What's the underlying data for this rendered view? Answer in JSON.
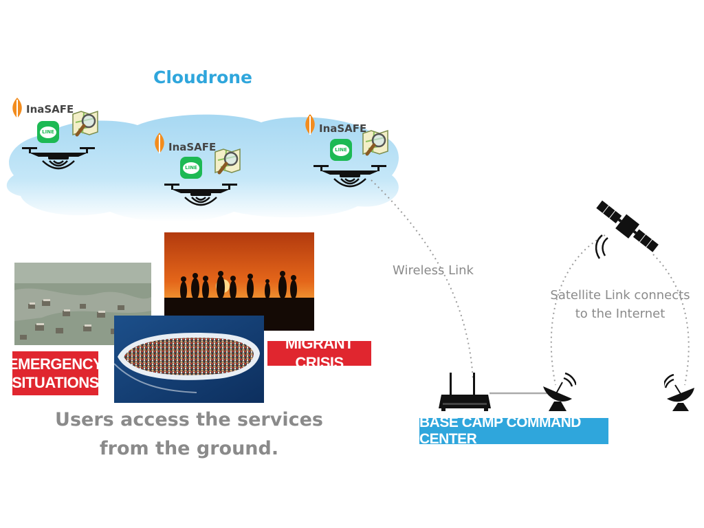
{
  "title": "Cloudrone",
  "drones": [
    {
      "brand": "InaSAFE",
      "chat_icon": "line-chat-icon",
      "map_icon": "map-magnifier-icon"
    },
    {
      "brand": "InaSAFE",
      "chat_icon": "line-chat-icon",
      "map_icon": "map-magnifier-icon"
    },
    {
      "brand": "InaSAFE",
      "chat_icon": "line-chat-icon",
      "map_icon": "map-magnifier-icon"
    }
  ],
  "line_text": "LINE",
  "links": {
    "wireless": "Wireless Link",
    "satellite_line1": "Satellite Link connects",
    "satellite_line2": "to the Internet"
  },
  "labels": {
    "emergency_line1": "EMERGENCY",
    "emergency_line2": "SITUATIONS",
    "migrant": "MIGRANT CRISIS",
    "base_camp": "BASE CAMP COMMAND CENTER"
  },
  "users": {
    "line1": "Users access the services",
    "line2": "from the ground."
  },
  "icons": [
    "inasafe-logo-icon",
    "line-chat-icon",
    "map-magnifier-icon",
    "drone-icon",
    "router-icon",
    "satellite-dish-icon",
    "satellite-icon"
  ],
  "colors": {
    "accent_blue": "#2fa6dc",
    "label_red": "#e0262f",
    "text_gray": "#8a8a8a",
    "line_green": "#1db954"
  }
}
